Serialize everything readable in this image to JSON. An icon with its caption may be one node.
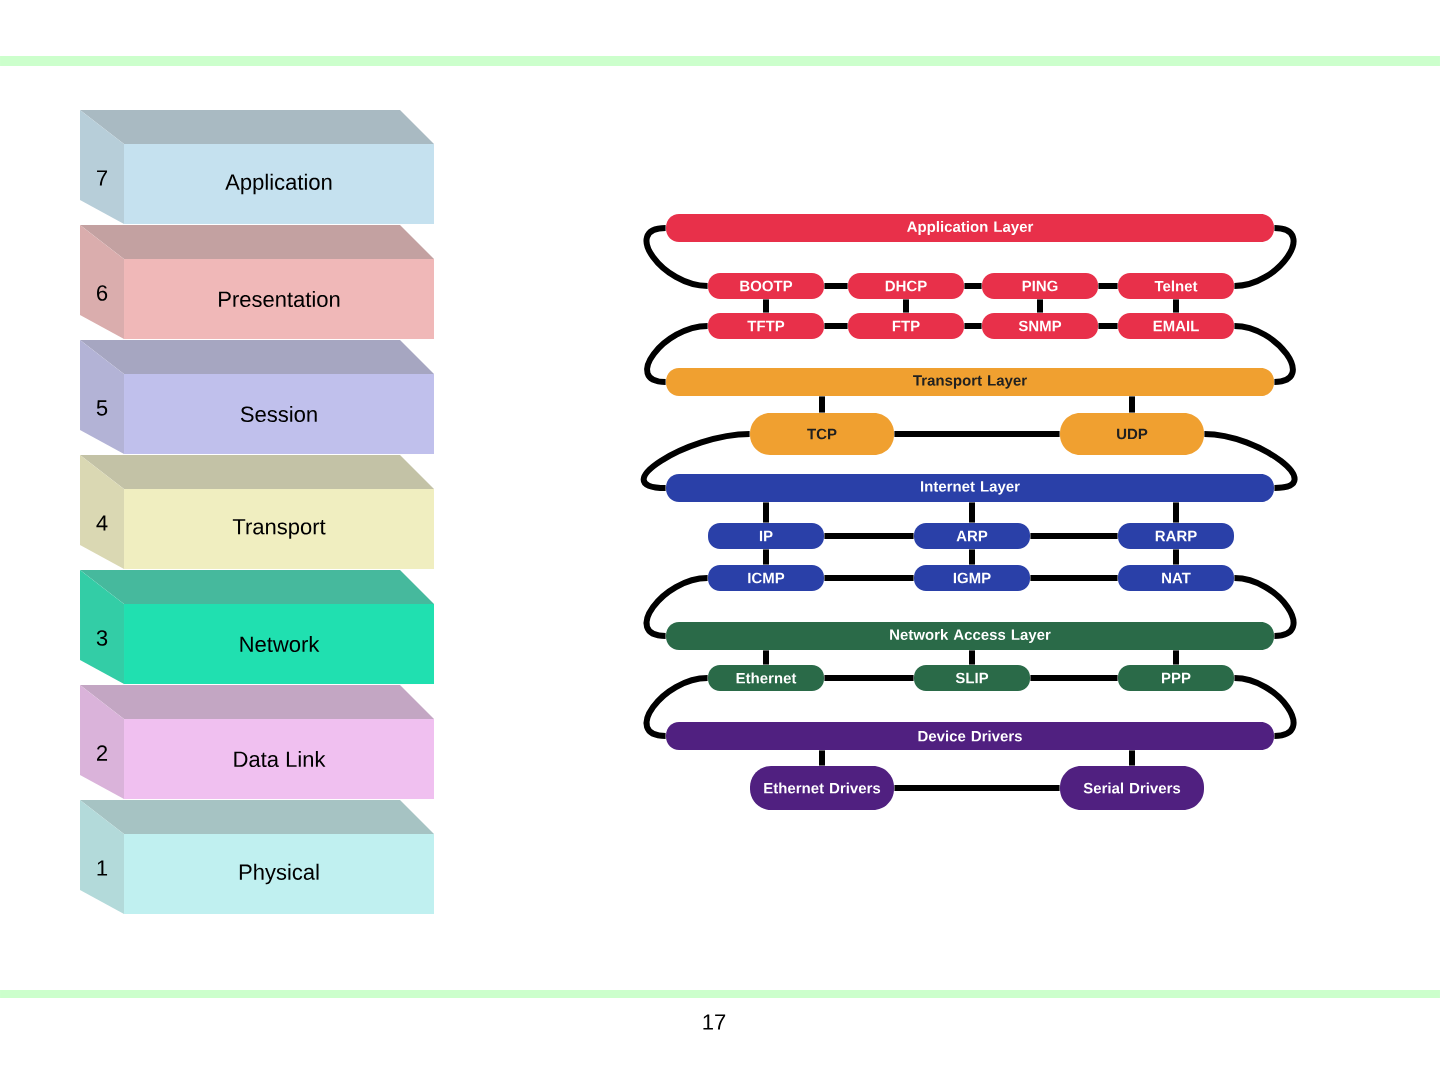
{
  "diagram": {
    "nodes": [
      {
        "text": [
          "7",
          "Application"
        ]
      },
      {
        "text": [
          "6",
          "Presentation"
        ]
      },
      {
        "text": [
          "5",
          "Session"
        ]
      },
      {
        "text": [
          "4",
          "Transport"
        ]
      },
      {
        "text": [
          "3",
          "Network"
        ]
      },
      {
        "text": [
          "2",
          "Data Link"
        ]
      },
      {
        "text": [
          "1",
          "Physical"
        ]
      },
      {
        "text": [
          "Application Layer"
        ]
      },
      {
        "text": [
          "BOOTP"
        ]
      },
      {
        "text": [
          "DHCP"
        ]
      },
      {
        "text": [
          "PING"
        ]
      },
      {
        "text": [
          "Telnet"
        ]
      },
      {
        "text": [
          "TFTP"
        ]
      },
      {
        "text": [
          "FTP"
        ]
      },
      {
        "text": [
          "SNMP"
        ]
      },
      {
        "text": [
          "EMAIL"
        ]
      },
      {
        "text": [
          "Transport Layer"
        ]
      },
      {
        "text": [
          "TCP"
        ]
      },
      {
        "text": [
          "UDP"
        ]
      },
      {
        "text": [
          "Internet Layer"
        ]
      },
      {
        "text": [
          "IP"
        ]
      },
      {
        "text": [
          "ARP"
        ]
      },
      {
        "text": [
          "RARP"
        ]
      },
      {
        "text": [
          "ICMP"
        ]
      },
      {
        "text": [
          "IGMP"
        ]
      },
      {
        "text": [
          "NAT"
        ]
      },
      {
        "text": [
          "Network Access Layer"
        ]
      },
      {
        "text": [
          "Ethernet"
        ]
      },
      {
        "text": [
          "SLIP"
        ]
      },
      {
        "text": [
          "PPP"
        ]
      },
      {
        "text": [
          "Device Drivers"
        ]
      },
      {
        "text": [
          "Ethernet Drivers"
        ]
      },
      {
        "text": [
          "Serial Drivers"
        ]
      }
    ],
    "edges": [
      {
        "from": 7,
        "to": 8,
        "arrow": "none"
      },
      {
        "from": 7,
        "to": 11,
        "arrow": "none"
      },
      {
        "from": 8,
        "to": 9,
        "arrow": "none"
      },
      {
        "from": 9,
        "to": 10,
        "arrow": "none"
      },
      {
        "from": 10,
        "to": 11,
        "arrow": "none"
      },
      {
        "from": 8,
        "to": 12,
        "arrow": "none"
      },
      {
        "from": 9,
        "to": 13,
        "arrow": "none"
      },
      {
        "from": 10,
        "to": 14,
        "arrow": "none"
      },
      {
        "from": 11,
        "to": 15,
        "arrow": "none"
      },
      {
        "from": 12,
        "to": 13,
        "arrow": "none"
      },
      {
        "from": 13,
        "to": 14,
        "arrow": "none"
      },
      {
        "from": 14,
        "to": 15,
        "arrow": "none"
      },
      {
        "from": 12,
        "to": 16,
        "arrow": "none"
      },
      {
        "from": 15,
        "to": 16,
        "arrow": "none"
      },
      {
        "from": 16,
        "to": 17,
        "arrow": "none"
      },
      {
        "from": 16,
        "to": 18,
        "arrow": "none"
      },
      {
        "from": 17,
        "to": 18,
        "arrow": "none"
      },
      {
        "from": 17,
        "to": 19,
        "arrow": "none"
      },
      {
        "from": 18,
        "to": 19,
        "arrow": "none"
      },
      {
        "from": 19,
        "to": 20,
        "arrow": "none"
      },
      {
        "from": 19,
        "to": 21,
        "arrow": "none"
      },
      {
        "from": 19,
        "to": 22,
        "arrow": "none"
      },
      {
        "from": 20,
        "to": 21,
        "arrow": "none"
      },
      {
        "from": 21,
        "to": 22,
        "arrow": "none"
      },
      {
        "from": 20,
        "to": 23,
        "arrow": "none"
      },
      {
        "from": 21,
        "to": 24,
        "arrow": "none"
      },
      {
        "from": 22,
        "to": 25,
        "arrow": "none"
      },
      {
        "from": 23,
        "to": 24,
        "arrow": "none"
      },
      {
        "from": 24,
        "to": 25,
        "arrow": "none"
      },
      {
        "from": 23,
        "to": 26,
        "arrow": "none"
      },
      {
        "from": 25,
        "to": 26,
        "arrow": "none"
      },
      {
        "from": 26,
        "to": 27,
        "arrow": "none"
      },
      {
        "from": 26,
        "to": 28,
        "arrow": "none"
      },
      {
        "from": 26,
        "to": 29,
        "arrow": "none"
      },
      {
        "from": 27,
        "to": 28,
        "arrow": "none"
      },
      {
        "from": 28,
        "to": 29,
        "arrow": "none"
      },
      {
        "from": 27,
        "to": 30,
        "arrow": "none"
      },
      {
        "from": 29,
        "to": 30,
        "arrow": "none"
      },
      {
        "from": 30,
        "to": 31,
        "arrow": "none"
      },
      {
        "from": 30,
        "to": 32,
        "arrow": "none"
      },
      {
        "from": 31,
        "to": 32,
        "arrow": "none"
      }
    ],
    "labels": [
      "17"
    ]
  }
}
